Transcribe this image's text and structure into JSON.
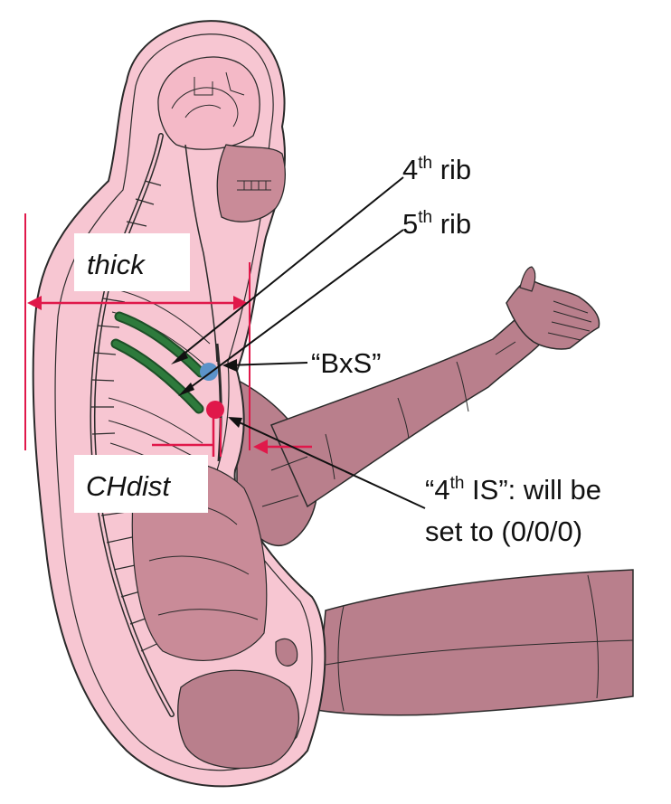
{
  "labels": {
    "rib4_main": "4",
    "rib4_sup": "th",
    "rib4_rest": " rib",
    "rib5_main": "5",
    "rib5_sup": "th",
    "rib5_rest": " rib",
    "bxs": "“BxS”",
    "is_line1_a": "“4",
    "is_line1_sup": "th",
    "is_line1_b": " IS”: will be",
    "is_line2": "set to (0/0/0)",
    "thick": "thick",
    "chdist": "CHdist"
  },
  "colors": {
    "body_pink": "#f7c6d2",
    "body_outline": "#2a2a2a",
    "skin_mauve": "#b97f8c",
    "skin_mauve_dark": "#9e6472",
    "rib_green": "#2e7a3c",
    "measure_red": "#e0184a",
    "bxs_dot": "#5b93c9",
    "is_dot": "#e0184a",
    "label_box": "#ffffff"
  }
}
